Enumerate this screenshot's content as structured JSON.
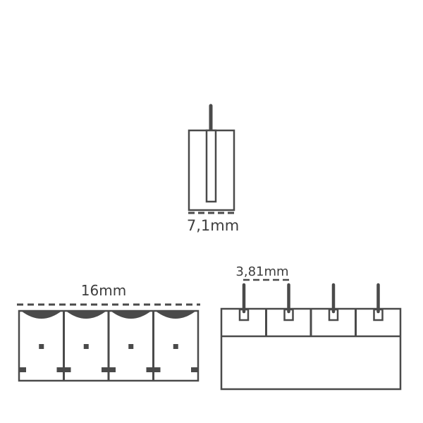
{
  "colors": {
    "stroke": "#4a4a4a",
    "background": "#ffffff"
  },
  "side_view": {
    "dimension_label": "7,1mm"
  },
  "front_view": {
    "dimension_label": "16mm",
    "poles": 4
  },
  "top_view": {
    "dimension_label": "3,81mm",
    "poles": 4
  }
}
